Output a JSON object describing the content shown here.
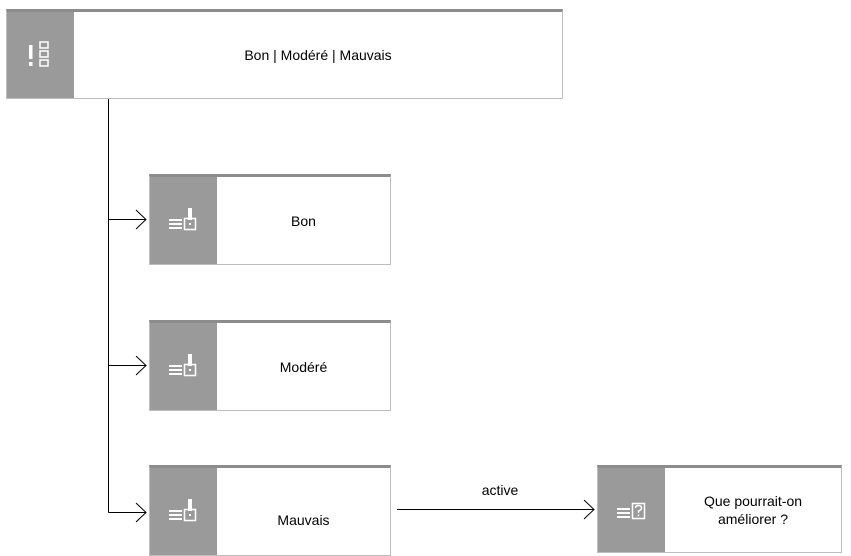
{
  "diagram": {
    "root": {
      "label": "Bon | Modéré | Mauvais",
      "icon": "decision-rule-icon"
    },
    "options": [
      {
        "label": "Bon",
        "icon": "event-rule-icon"
      },
      {
        "label": "Modéré",
        "icon": "event-rule-icon"
      },
      {
        "label": "Mauvais",
        "icon": "event-rule-icon"
      }
    ],
    "target": {
      "label": "Que pourrait-on améliorer ?",
      "icon": "question-note-icon"
    },
    "edge": {
      "label": "active"
    }
  },
  "colors": {
    "icon_panel": "#9a9a9a",
    "border": "#bdbdbd",
    "line": "#000000"
  }
}
